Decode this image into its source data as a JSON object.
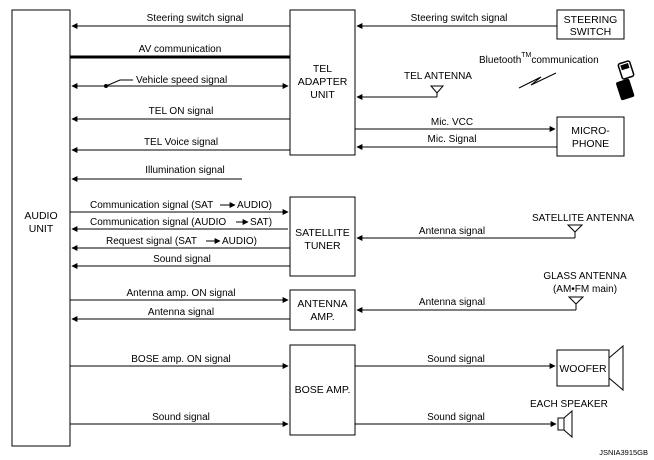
{
  "blocks": {
    "audio_unit": [
      "AUDIO",
      "UNIT"
    ],
    "tel_adapter": [
      "TEL",
      "ADAPTER",
      "UNIT"
    ],
    "steering_switch": [
      "STEERING",
      "SWITCH"
    ],
    "microphone": [
      "MICRO-",
      "PHONE"
    ],
    "satellite_tuner": [
      "SATELLITE",
      "TUNER"
    ],
    "antenna_amp": [
      "ANTENNA",
      "AMP."
    ],
    "bose_amp": "BOSE AMP.",
    "woofer": "WOOFER"
  },
  "signals": {
    "steering_left": "Steering switch signal",
    "steering_right": "Steering switch signal",
    "av_comm": "AV communication",
    "vehicle_speed": "Vehicle speed signal",
    "tel_on": "TEL ON signal",
    "tel_voice": "TEL Voice signal",
    "illumination": "Illumination signal",
    "mic_vcc": "Mic. VCC",
    "mic_signal": "Mic. Signal",
    "comm_sat_audio": "Communication signal (SAT",
    "comm_sat_audio_end": "AUDIO)",
    "comm_audio_sat": "Communication signal (AUDIO",
    "comm_audio_sat_end": "SAT)",
    "request_sig": "Request signal (SAT",
    "request_sig_end": "AUDIO)",
    "sound_sat": "Sound signal",
    "antenna_sat": "Antenna signal",
    "antenna_amp_on": "Antenna amp. ON signal",
    "antenna_amp_left": "Antenna signal",
    "antenna_glass": "Antenna signal",
    "bose_on": "BOSE amp. ON signal",
    "sound_woofer": "Sound signal",
    "sound_left_bottom": "Sound signal",
    "sound_speaker": "Sound signal"
  },
  "antennas": {
    "tel": "TEL ANTENNA",
    "bluetooth": "Bluetooth",
    "bluetooth_tm": "TM",
    "bluetooth_suffix": "communication",
    "satellite": "SATELLITE ANTENNA",
    "glass": "GLASS ANTENNA",
    "glass_sub": "(AM•FM main)"
  },
  "each_speaker": "EACH SPEAKER",
  "figure_code": "JSNIA3915GB"
}
